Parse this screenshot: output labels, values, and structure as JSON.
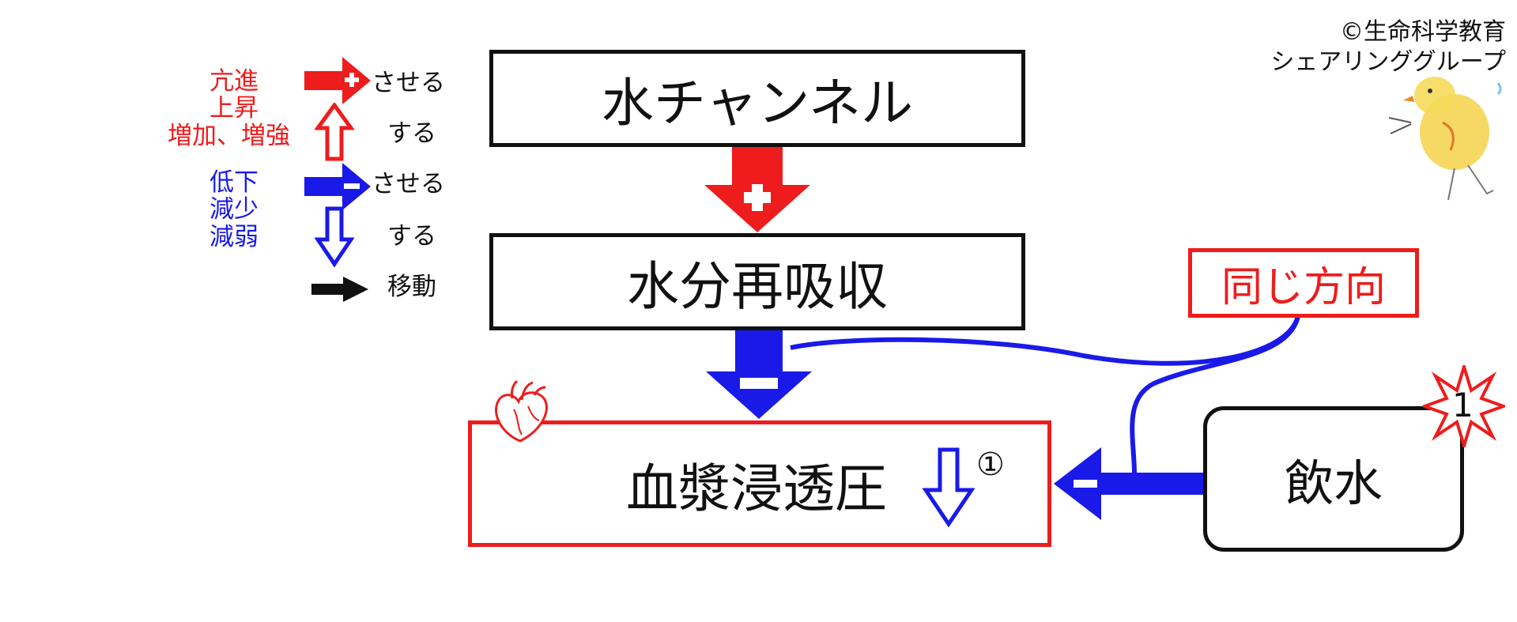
{
  "legend": {
    "increase_words": [
      "亢進",
      "上昇",
      "増加、増強"
    ],
    "decrease_words": [
      "低下",
      "減少",
      "減弱"
    ],
    "make_label": "させる",
    "make_label_2": "させる",
    "do_label": "する",
    "do_label_2": "する",
    "move_label": "移動"
  },
  "credit": {
    "line1": "©生命科学教育",
    "line2": "シェアリンググループ"
  },
  "nodes": {
    "water_channel": "水チャンネル",
    "water_reabsorption": "水分再吸収",
    "plasma_osmotic": "血漿浸透圧",
    "plasma_osmotic_mark": "①",
    "drinking": "飲水",
    "drinking_badge": "1",
    "same_direction": "同じ方向"
  },
  "colors": {
    "red": "#ee1c1c",
    "blue": "#1a1ae8",
    "black": "#111111"
  },
  "icons": [
    "plus-arrow-icon",
    "minus-arrow-icon",
    "up-arrow-icon",
    "down-arrow-icon",
    "move-arrow-icon",
    "heart-icon",
    "chick-illustration",
    "starburst-icon"
  ]
}
